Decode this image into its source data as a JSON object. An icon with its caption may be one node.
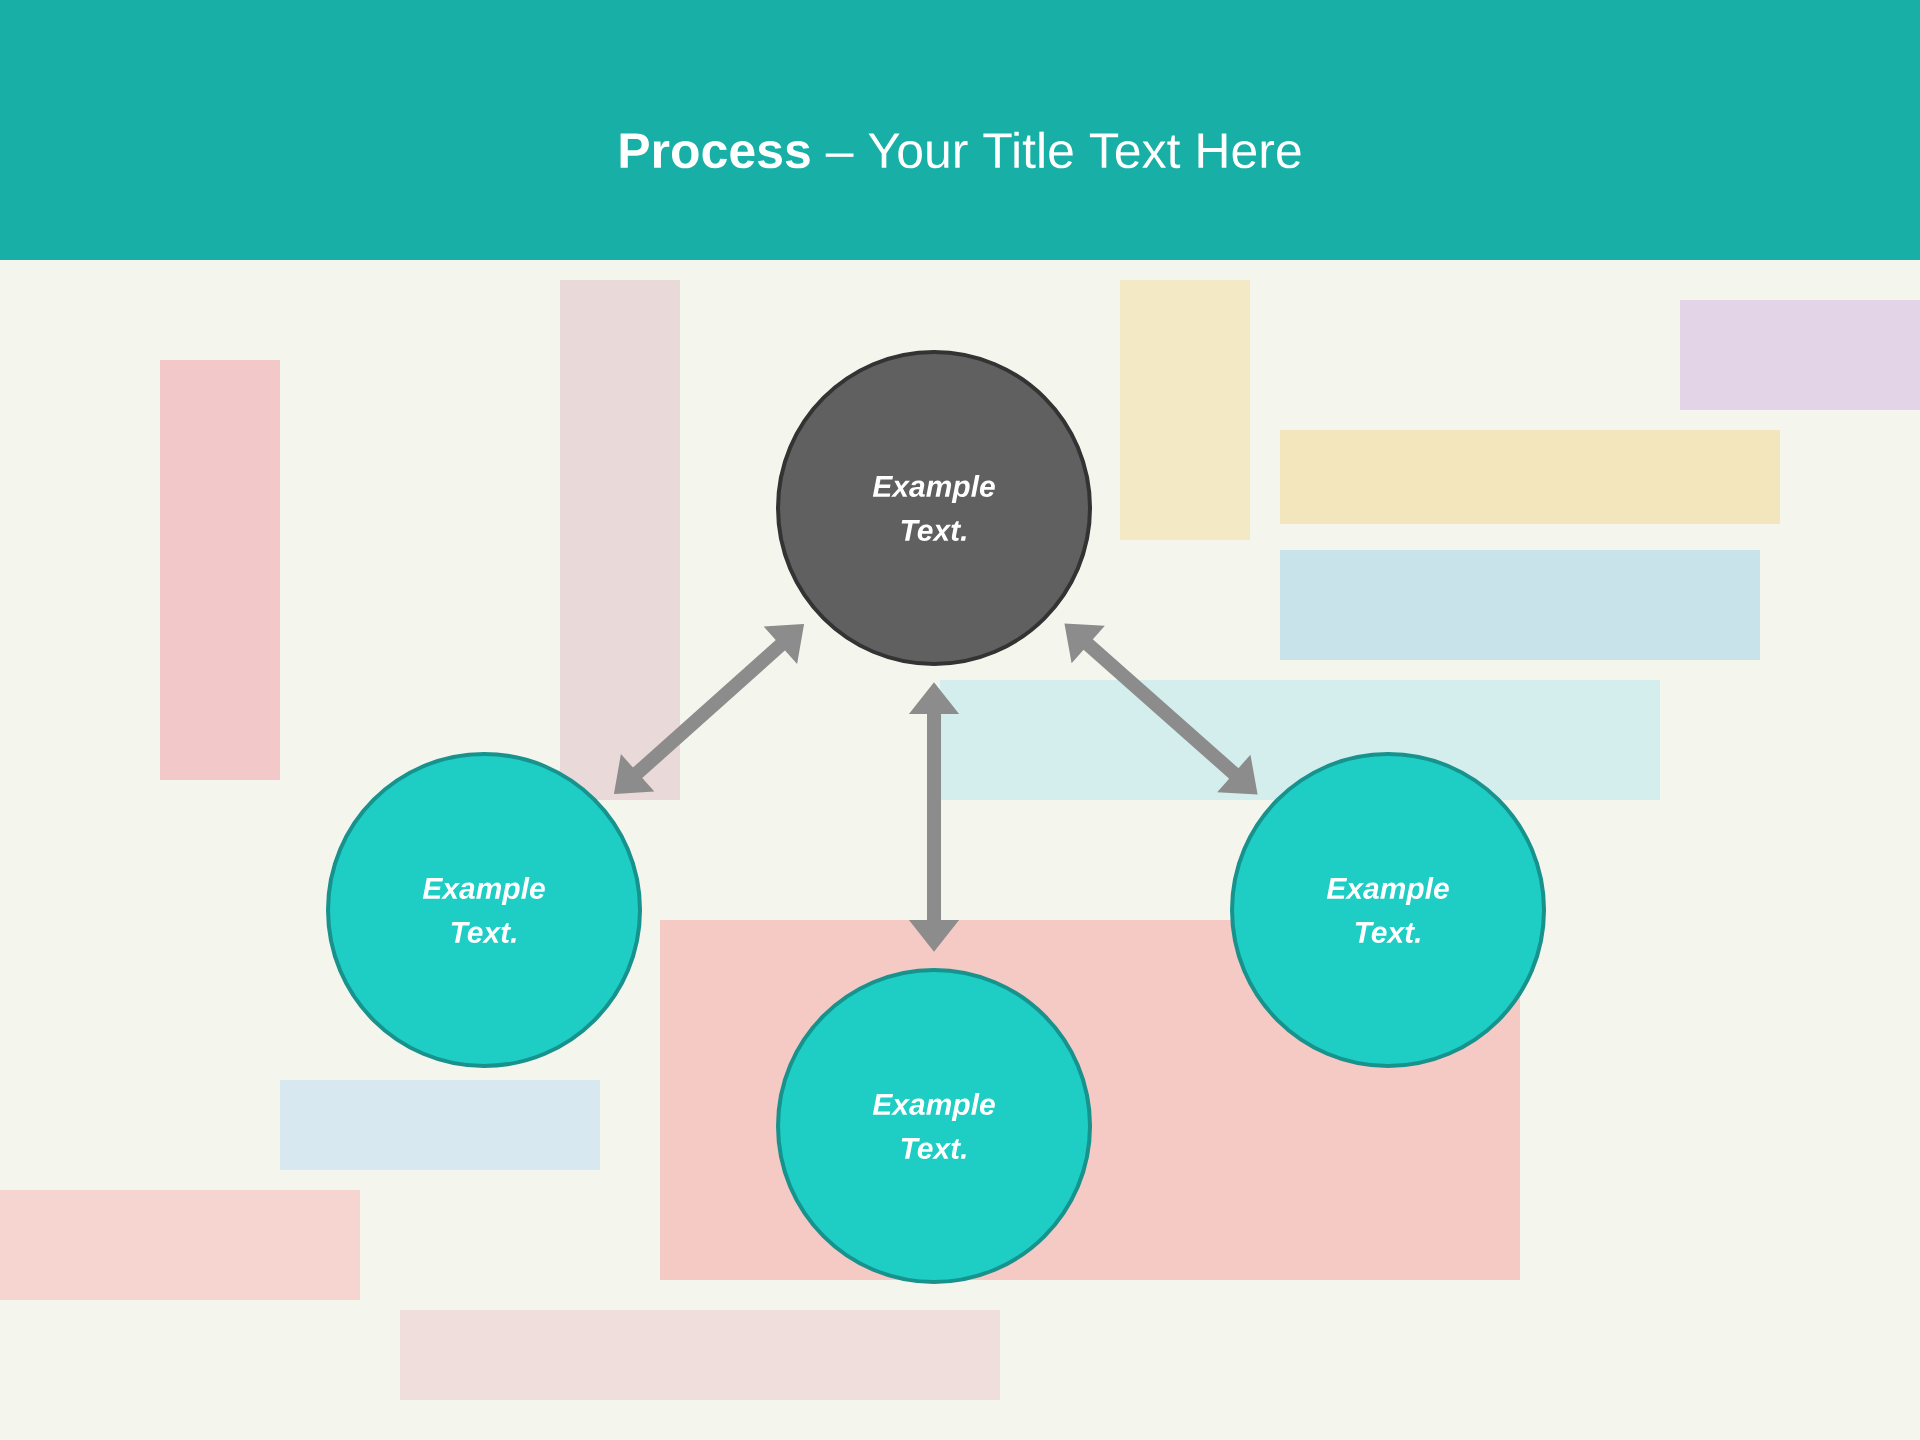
{
  "diagram": {
    "title": "**Process** – Your Title Text Here",
    "nodes": [
      {
        "text": [
          "Example Text."
        ]
      },
      {
        "text": [
          "Example Text."
        ]
      },
      {
        "text": [
          "Example Text."
        ]
      },
      {
        "text": [
          "Example Text."
        ]
      }
    ],
    "edges": [
      {
        "from": 0,
        "to": 1,
        "arrow": "both"
      },
      {
        "from": 0,
        "to": 2,
        "arrow": "both"
      },
      {
        "from": 0,
        "to": 3,
        "arrow": "both"
      }
    ]
  }
}
